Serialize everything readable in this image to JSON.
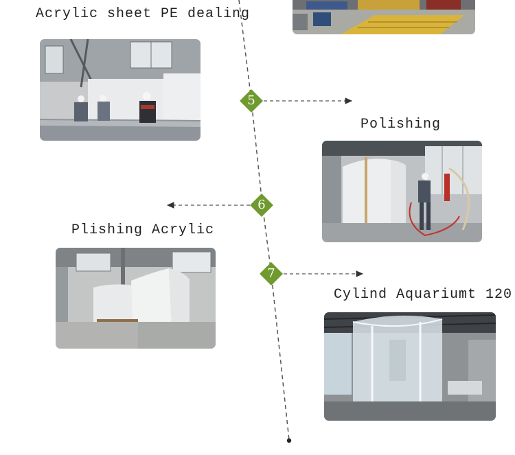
{
  "colors": {
    "accent": "#6f9a2f",
    "dash_line": "#555555",
    "text": "#222222"
  },
  "steps": [
    {
      "title": "Acrylic sheet PE dealing",
      "image_icon": "workers-on-acrylic-sheet-photo"
    },
    {
      "number": "5",
      "title": "Polishing",
      "image_icon": "worker-polishing-cylinder-photo"
    },
    {
      "number": "6",
      "title": "Plishing Acrylic",
      "image_icon": "curved-acrylic-panels-photo"
    },
    {
      "number": "7",
      "title": "Cylind Aquariumt 120",
      "image_icon": "clear-cylinder-aquarium-photo"
    }
  ],
  "top_photo_icon": "factory-floor-machinery-photo"
}
